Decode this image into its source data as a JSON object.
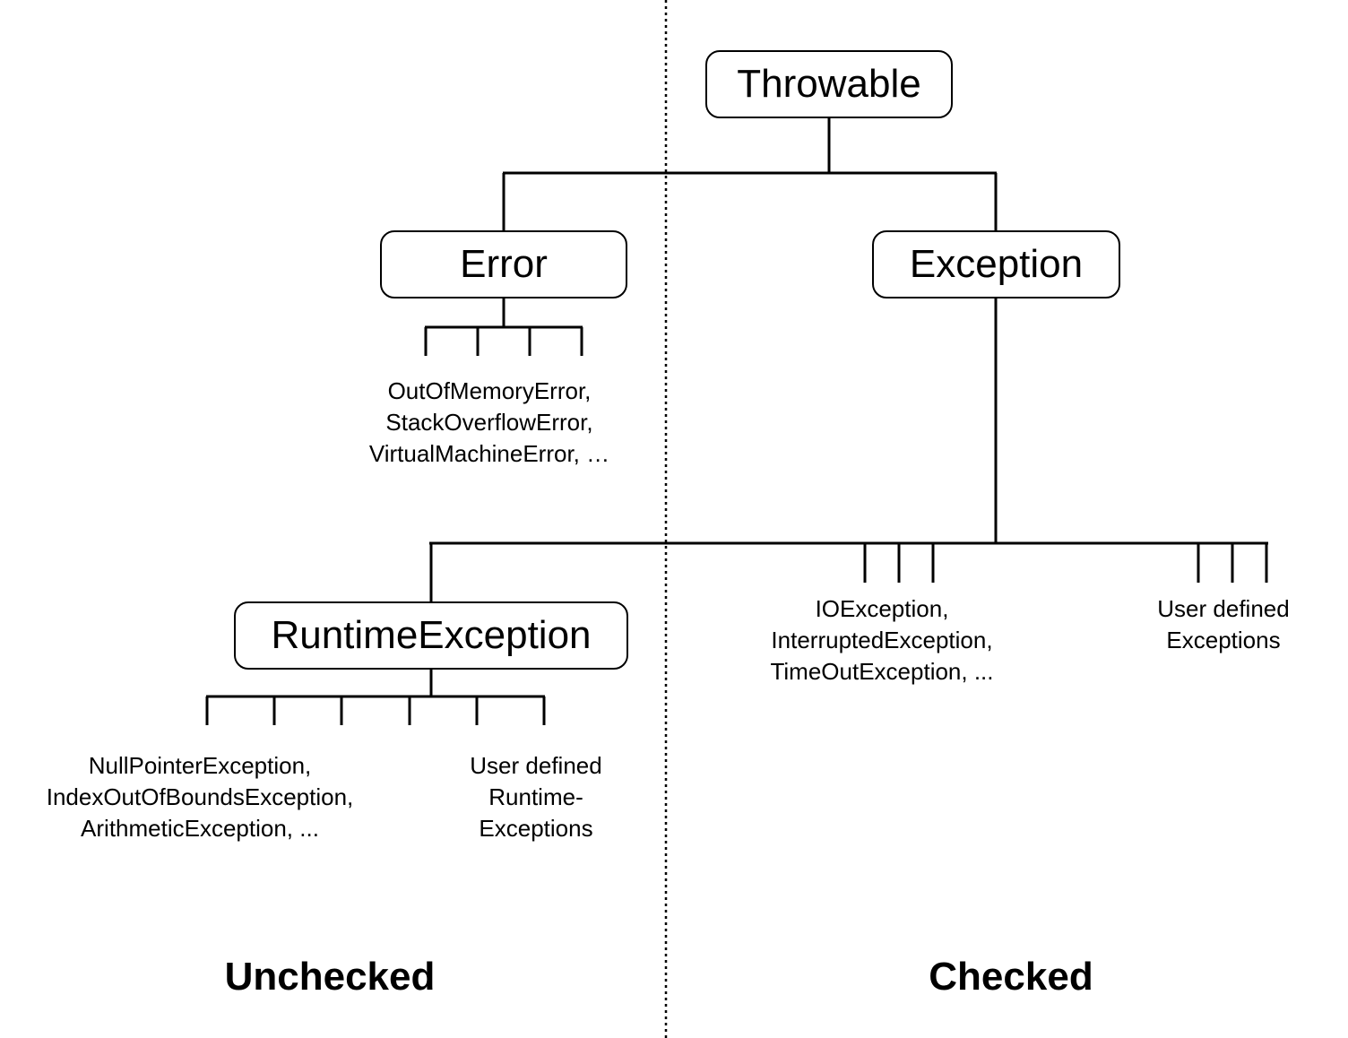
{
  "nodes": {
    "throwable": "Throwable",
    "error": "Error",
    "exception": "Exception",
    "runtime_exception": "RuntimeException"
  },
  "leaves": {
    "error_subclasses": [
      "OutOfMemoryError,",
      "StackOverflowError,",
      "VirtualMachineError, …"
    ],
    "checked_builtin": [
      "IOException,",
      "InterruptedException,",
      "TimeOutException, ..."
    ],
    "checked_user": [
      "User defined",
      "Exceptions"
    ],
    "runtime_builtin": [
      "NullPointerException,",
      "IndexOutOfBoundsException,",
      "ArithmeticException, ..."
    ],
    "runtime_user": [
      "User defined",
      "Runtime-",
      "Exceptions"
    ]
  },
  "sections": {
    "unchecked": "Unchecked",
    "checked": "Checked"
  },
  "colors": {
    "line": "#000000",
    "background": "#ffffff"
  }
}
